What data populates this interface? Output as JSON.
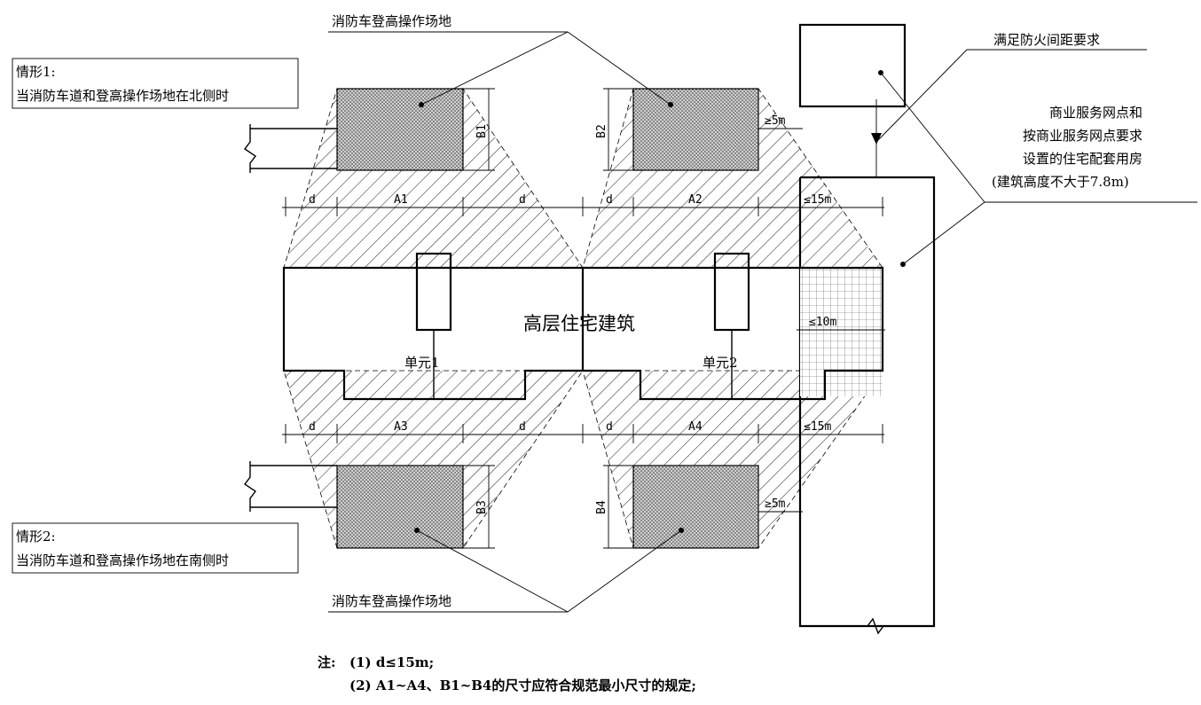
{
  "labels": {
    "platform_top": "消防车登高操作场地",
    "platform_bottom": "消防车登高操作场地",
    "fire_spacing": "满足防火间距要求",
    "commercial_line1": "商业服务网点和",
    "commercial_line2": "按商业服务网点要求",
    "commercial_line3": "设置的住宅配套用房",
    "commercial_line4": "(建筑高度不大于7.8m)",
    "building": "高层住宅建筑",
    "unit1": "单元1",
    "unit2": "单元2"
  },
  "case1": {
    "title": "情形1:",
    "desc": "当消防车道和登高操作场地在北侧时"
  },
  "case2": {
    "title": "情形2:",
    "desc": "当消防车道和登高操作场地在南侧时"
  },
  "dims": {
    "d": "d",
    "a1": "A1",
    "a2": "A2",
    "a3": "A3",
    "a4": "A4",
    "b1": "B1",
    "b2": "B2",
    "b3": "B3",
    "b4": "B4",
    "le15_top": "≤15m",
    "le15_bottom": "≤15m",
    "le10": "≤10m",
    "ge5_top": "≥5m",
    "ge5_bottom": "≥5m"
  },
  "notes": {
    "prefix": "注:",
    "n1": "(1) d≤15m;",
    "n2": "(2) A1~A4、B1~B4的尺寸应符合规范最小尺寸的规定;"
  }
}
